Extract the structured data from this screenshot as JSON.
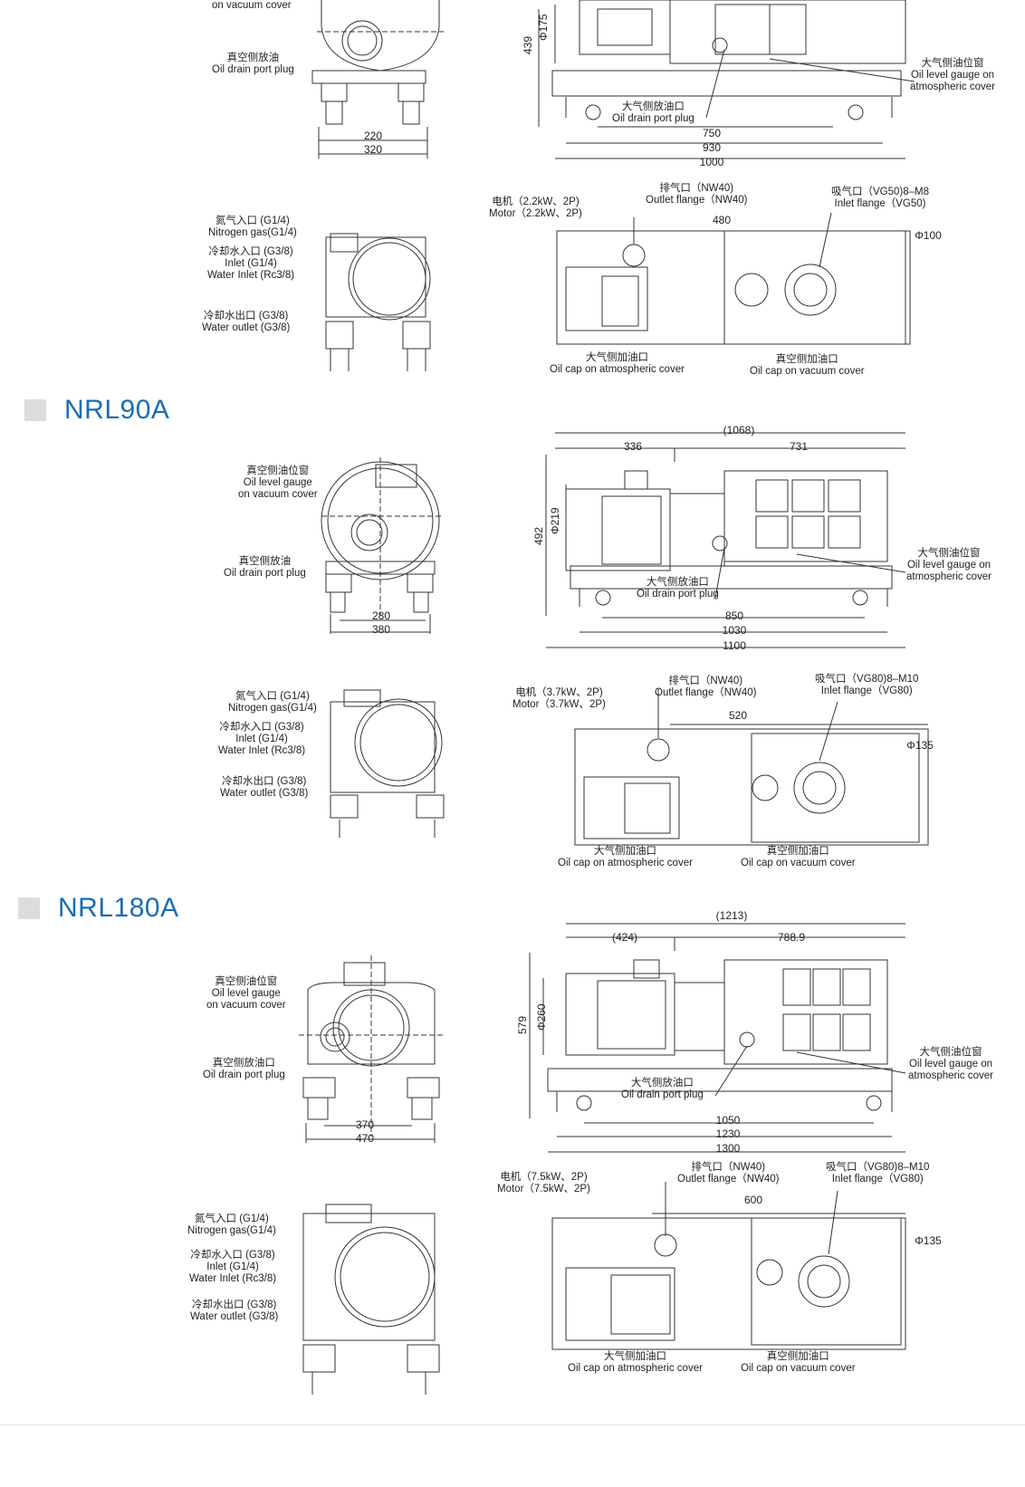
{
  "sections": [
    {
      "title": "NRL90A"
    },
    {
      "title": "NRL180A"
    }
  ],
  "top": {
    "labels": {
      "vac_gauge_tail": "on vacuum cover",
      "vac_drain": [
        "真空侧放油",
        "Oil drain port plug"
      ],
      "atm_gauge": [
        "大气侧油位窗",
        "Oil level gauge on",
        "atmospheric cover"
      ],
      "atm_drain": [
        "大气侧放油口",
        "Oil drain port plug"
      ],
      "nitrogen": [
        "氮气入口 (G1/4)",
        "Nitrogen gas(G1/4)"
      ],
      "water_in": [
        "冷却水入口 (G3/8)",
        "Inlet (G1/4)",
        "Water Inlet (Rc3/8)"
      ],
      "water_out": [
        "冷却水出口 (G3/8)",
        "Water outlet (G3/8)"
      ],
      "motor": [
        "电机（2.2kW、2P)",
        "Motor（2.2kW、2P)"
      ],
      "outlet": [
        "排气口（NW40)",
        "Outlet flange（NW40)"
      ],
      "inlet": [
        "吸气口（VG50)8–M8",
        "Inlet flange（VG50)"
      ],
      "oilcap_atm": [
        "大气侧加油口",
        "Oil cap on atmospheric cover"
      ],
      "oilcap_vac": [
        "真空侧加油口",
        "Oil cap on vacuum cover"
      ]
    },
    "dims": {
      "d220": "220",
      "d320": "320",
      "d750": "750",
      "d930": "930",
      "d1000": "1000",
      "d439": "439",
      "phi175": "Φ175",
      "d480": "480",
      "phi100": "Φ100"
    }
  },
  "nrl90a": {
    "labels": {
      "vac_gauge": [
        "真空侧油位窗",
        "Oil level gauge",
        "on vacuum cover"
      ],
      "vac_drain": [
        "真空侧放油",
        "Oil drain port plug"
      ],
      "atm_gauge": [
        "大气侧油位窗",
        "Oil level gauge on",
        "atmospheric cover"
      ],
      "atm_drain": [
        "大气侧放油口",
        "Oil drain port plug"
      ],
      "nitrogen": [
        "氮气入口 (G1/4)",
        "Nitrogen gas(G1/4)"
      ],
      "water_in": [
        "冷却水入口 (G3/8)",
        "Inlet (G1/4)",
        "Water Inlet (Rc3/8)"
      ],
      "water_out": [
        "冷却水出口 (G3/8)",
        "Water outlet (G3/8)"
      ],
      "motor": [
        "电机（3.7kW、2P)",
        "Motor（3.7kW、2P)"
      ],
      "outlet": [
        "排气口（NW40)",
        "Outlet flange（NW40)"
      ],
      "inlet": [
        "吸气口（VG80)8–M10",
        "Inlet flange（VG80)"
      ],
      "oilcap_atm": [
        "大气侧加油口",
        "Oil cap on atmospheric cover"
      ],
      "oilcap_vac": [
        "真空侧加油口",
        "Oil cap on vacuum cover"
      ]
    },
    "dims": {
      "total": "(1068)",
      "d336": "336",
      "d731": "731",
      "d280": "280",
      "d380": "380",
      "d850": "850",
      "d1030": "1030",
      "d1100": "1100",
      "d492": "492",
      "phi219": "Φ219",
      "d520": "520",
      "phi135": "Φ135"
    }
  },
  "nrl180a": {
    "labels": {
      "vac_gauge": [
        "真空侧油位窗",
        "Oil level gauge",
        "on vacuum cover"
      ],
      "vac_drain": [
        "真空侧放油口",
        "Oil drain port plug"
      ],
      "atm_gauge": [
        "大气侧油位窗",
        "Oil level gauge on",
        "atmospheric cover"
      ],
      "atm_drain": [
        "大气侧放油口",
        "Oil drain port plug"
      ],
      "nitrogen": [
        "氮气入口 (G1/4)",
        "Nitrogen gas(G1/4)"
      ],
      "water_in": [
        "冷却水入口 (G3/8)",
        "Inlet (G1/4)",
        "Water Inlet (Rc3/8)"
      ],
      "water_out": [
        "冷却水出口 (G3/8)",
        "Water outlet (G3/8)"
      ],
      "motor": [
        "电机（7.5kW、2P)",
        "Motor（7.5kW、2P)"
      ],
      "outlet": [
        "排气口（NW40)",
        "Outlet flange（NW40)"
      ],
      "inlet": [
        "吸气口（VG80)8–M10",
        "Inlet flange（VG80)"
      ],
      "oilcap_atm": [
        "大气侧加油口",
        "Oil cap on atmospheric cover"
      ],
      "oilcap_vac": [
        "真空侧加油口",
        "Oil cap on vacuum cover"
      ]
    },
    "dims": {
      "total": "(1213)",
      "d424": "(424)",
      "d788": "788.9",
      "d370": "370",
      "d470": "470",
      "d1050": "1050",
      "d1230": "1230",
      "d1300": "1300",
      "d579": "579",
      "phi260": "Φ260",
      "d600": "600",
      "phi135": "Φ135"
    }
  }
}
